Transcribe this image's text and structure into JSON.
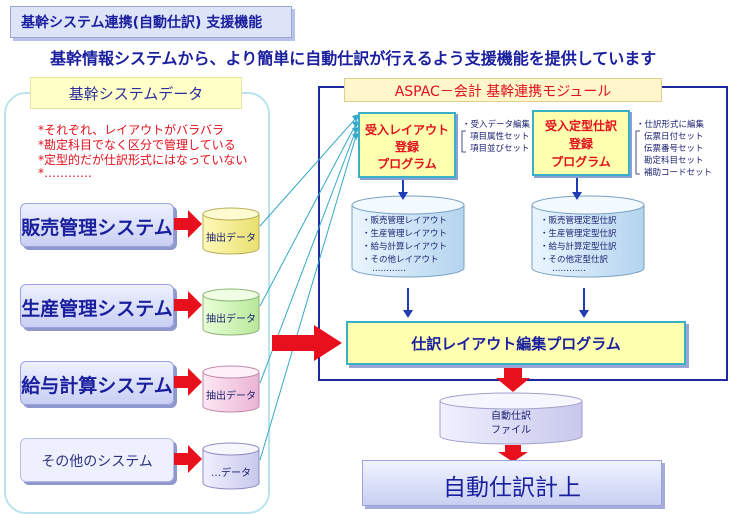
{
  "title": "基幹システム連携(自動仕訳) 支援機能",
  "subtitle": "基幹情報システムから、より簡単に自動仕訳が行えるよう支援機能を提供しています",
  "left_panel": {
    "header": "基幹システムデータ",
    "notes": [
      "*それぞれ、レイアウトがバラバラ",
      "*勘定科目でなく区分で管理している",
      "*定型的だが仕訳形式にはなっていない",
      "*…………"
    ],
    "systems": [
      {
        "label": "販売管理システム",
        "data_label": "抽出データ"
      },
      {
        "label": "生産管理システム",
        "data_label": "抽出データ"
      },
      {
        "label": "給与計算システム",
        "data_label": "抽出データ"
      },
      {
        "label": "その他のシステム",
        "data_label": "…データ"
      }
    ]
  },
  "module": {
    "header": "ASPAC－会計  基幹連携モジュール",
    "layout_program": {
      "lines": [
        "受入レイアウト",
        "登録",
        "プログラム"
      ]
    },
    "layout_notes": [
      "・受入データ編集",
      "項目属性セット",
      "項目並びセット"
    ],
    "template_program": {
      "lines": [
        "受入定型仕訳",
        "登録",
        "プログラム"
      ]
    },
    "template_notes": [
      "・仕訳形式に編集",
      "伝票日付セット",
      "伝票番号セット",
      "勘定科目セット",
      "補助コードセット"
    ],
    "layout_db": [
      "・販売管理レイアウト",
      "・生産管理レイアウト",
      "・給与計算レイアウト",
      "・その他レイアウト",
      "…………"
    ],
    "template_db": [
      "・販売管理定型仕訳",
      "・生産管理定型仕訳",
      "・給与計算定型仕訳",
      "・その他定型仕訳",
      "…………"
    ],
    "edit_program": "仕訳レイアウト編集プログラム"
  },
  "output_file": [
    "自動仕訳",
    "ファイル"
  ],
  "result": "自動仕訳計上",
  "colors": {
    "title_blue": "#1a1f9e",
    "note_red": "#e2101c",
    "arrow_red": "#e8101c",
    "arrow_blue": "#1e3cb4",
    "thin_line": "#35a8c8",
    "panel_border": "#b9e4ee",
    "program_fill": "#ffffb0"
  }
}
